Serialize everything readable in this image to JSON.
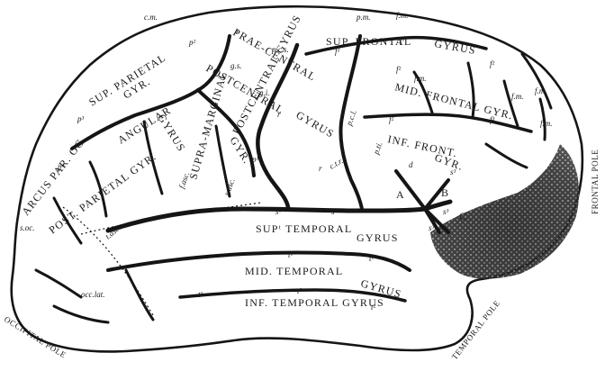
{
  "gyri": {
    "sup_parietal_1": "SUP. PARIETAL",
    "sup_parietal_2": "GYR.",
    "prae_central": "PRAE-CENTRAL",
    "postcentral": "POSTCENTRAL",
    "gyrus_pc": "GYRUS",
    "sup_frontal": "SUP. FRONTAL",
    "sup_frontal_gyrus": "GYRUS",
    "mid_frontal": "MID. FRONTAL GYR.",
    "angular": "ANGULAR",
    "angular_gyrus": "GYRUS",
    "supramarginal": "SUPRA-MARGINAL",
    "supramarginal_gyr": "GYR.",
    "postcentral_gyrus": "POSTCENTRAL GYRUS",
    "arcus_par_oc": "ARCUS PAR. OC.",
    "post_parietal": "POST. PARIETAL GYR.",
    "inf_front": "INF. FRONT.",
    "inf_front_gyr": "GYR.",
    "sup_temporal": "SUPᵗ TEMPORAL",
    "sup_temporal_gyrus": "GYRUS",
    "mid_temporal": "MID. TEMPORAL",
    "inf_temporal": "INF. TEMPORAL GYRUS",
    "gyrus_mt": "GYRUS",
    "area_a": "A",
    "area_b": "B",
    "area_c": "C"
  },
  "sulci": {
    "cm": "c.m.",
    "pm": "p.m.",
    "fm_top": "f.m.",
    "pcs": "p.c.s.",
    "gs": "g.s.",
    "gi": "g.i.",
    "r1": "r",
    "r2": "r",
    "r3": "r",
    "p2_top": "p²",
    "p3": "p³",
    "p1": "p¹",
    "p4": "p⁴",
    "f1a": "f¹",
    "f1b": "f¹",
    "f2a": "f²",
    "f2b": "f²",
    "f2c": "f²",
    "f3": "f³",
    "fm1": "f.m.",
    "fm2": "f.m.",
    "fm3": "f.m.",
    "ftm": "f.m.",
    "pcl": "p.c.l.",
    "ctr": "c.t.r.",
    "pti": "p.ti.",
    "d": "d",
    "s1": "s¹",
    "s2": "s²",
    "s3a": "s³",
    "s3b": "s³",
    "s3c": "s³",
    "t1a": "t¹",
    "t1b": "t¹",
    "t2a": "t²",
    "t2b": "t²",
    "t3": "t³",
    "tasc_f": "f.asc.",
    "sasc": "s.asc.",
    "tasc": "t.asc.",
    "soc": "s.oc.",
    "occ_lat": "occ.lat."
  },
  "poles": {
    "frontal": "FRONTAL POLE",
    "occipital": "OCCIPITAL POLE",
    "temporal": "TEMPORAL POLE"
  }
}
